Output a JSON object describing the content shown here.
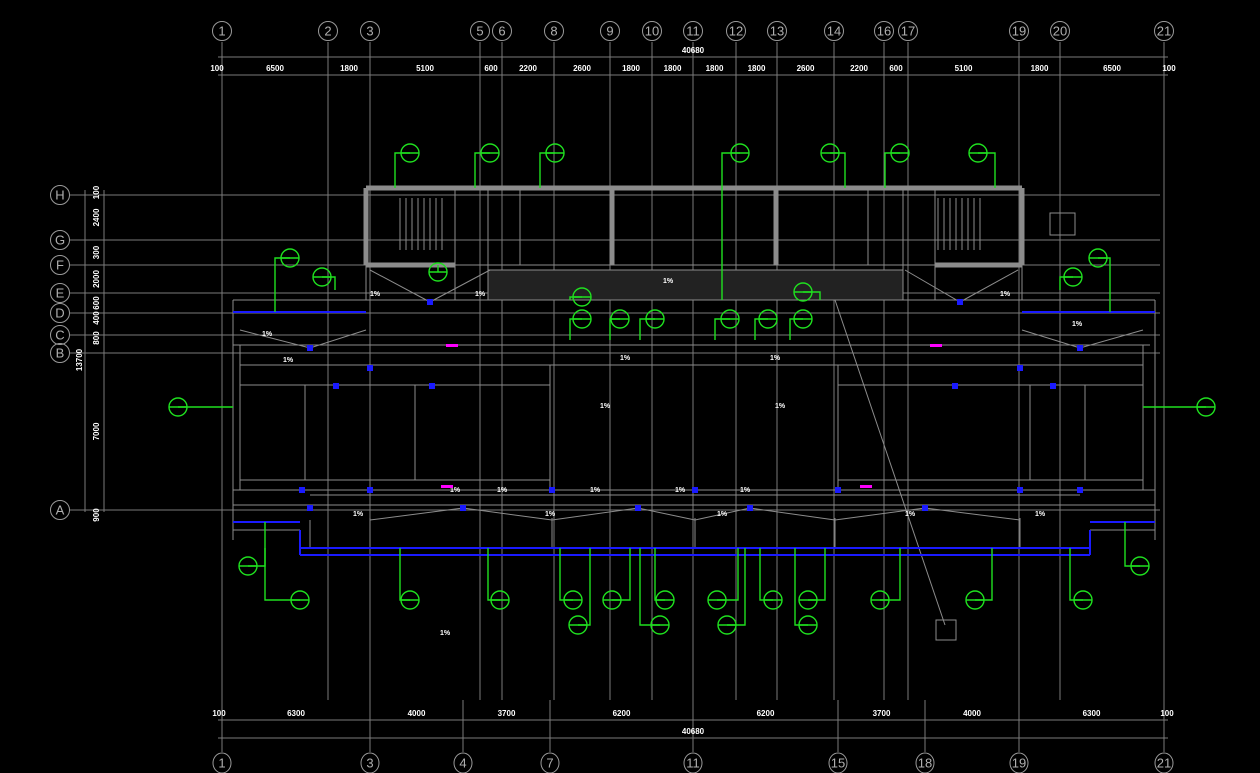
{
  "drawing": {
    "top_axes": [
      "1",
      "2",
      "3",
      "5",
      "6",
      "8",
      "9",
      "10",
      "11",
      "12",
      "13",
      "14",
      "16",
      "17",
      "19",
      "20",
      "21"
    ],
    "bottom_axes": [
      "1",
      "3",
      "4",
      "7",
      "11",
      "15",
      "18",
      "19",
      "21"
    ],
    "row_axes": [
      "H",
      "G",
      "F",
      "E",
      "D",
      "C",
      "B",
      "A"
    ],
    "top_dimensions": [
      "100",
      "6500",
      "1800",
      "5100",
      "600",
      "2200",
      "2600",
      "1800",
      "1800",
      "1800",
      "1800",
      "2600",
      "2200",
      "600",
      "5100",
      "1800",
      "6500",
      "100"
    ],
    "top_total": "40680",
    "bottom_dimensions": [
      "100",
      "6300",
      "4000",
      "3700",
      "6200",
      "6200",
      "3700",
      "4000",
      "6300",
      "100"
    ],
    "bottom_total": "40680",
    "left_dimensions": [
      "100",
      "2400",
      "300",
      "2000",
      "600",
      "400",
      "800",
      "7000",
      "900"
    ],
    "left_total": "13700",
    "slope_label": "1%",
    "colors": {
      "background": "#000000",
      "lines": "#8c8c8c",
      "pipe": "#1a1aff",
      "tag": "#1fe01f",
      "marker": "#ff00ff"
    }
  }
}
